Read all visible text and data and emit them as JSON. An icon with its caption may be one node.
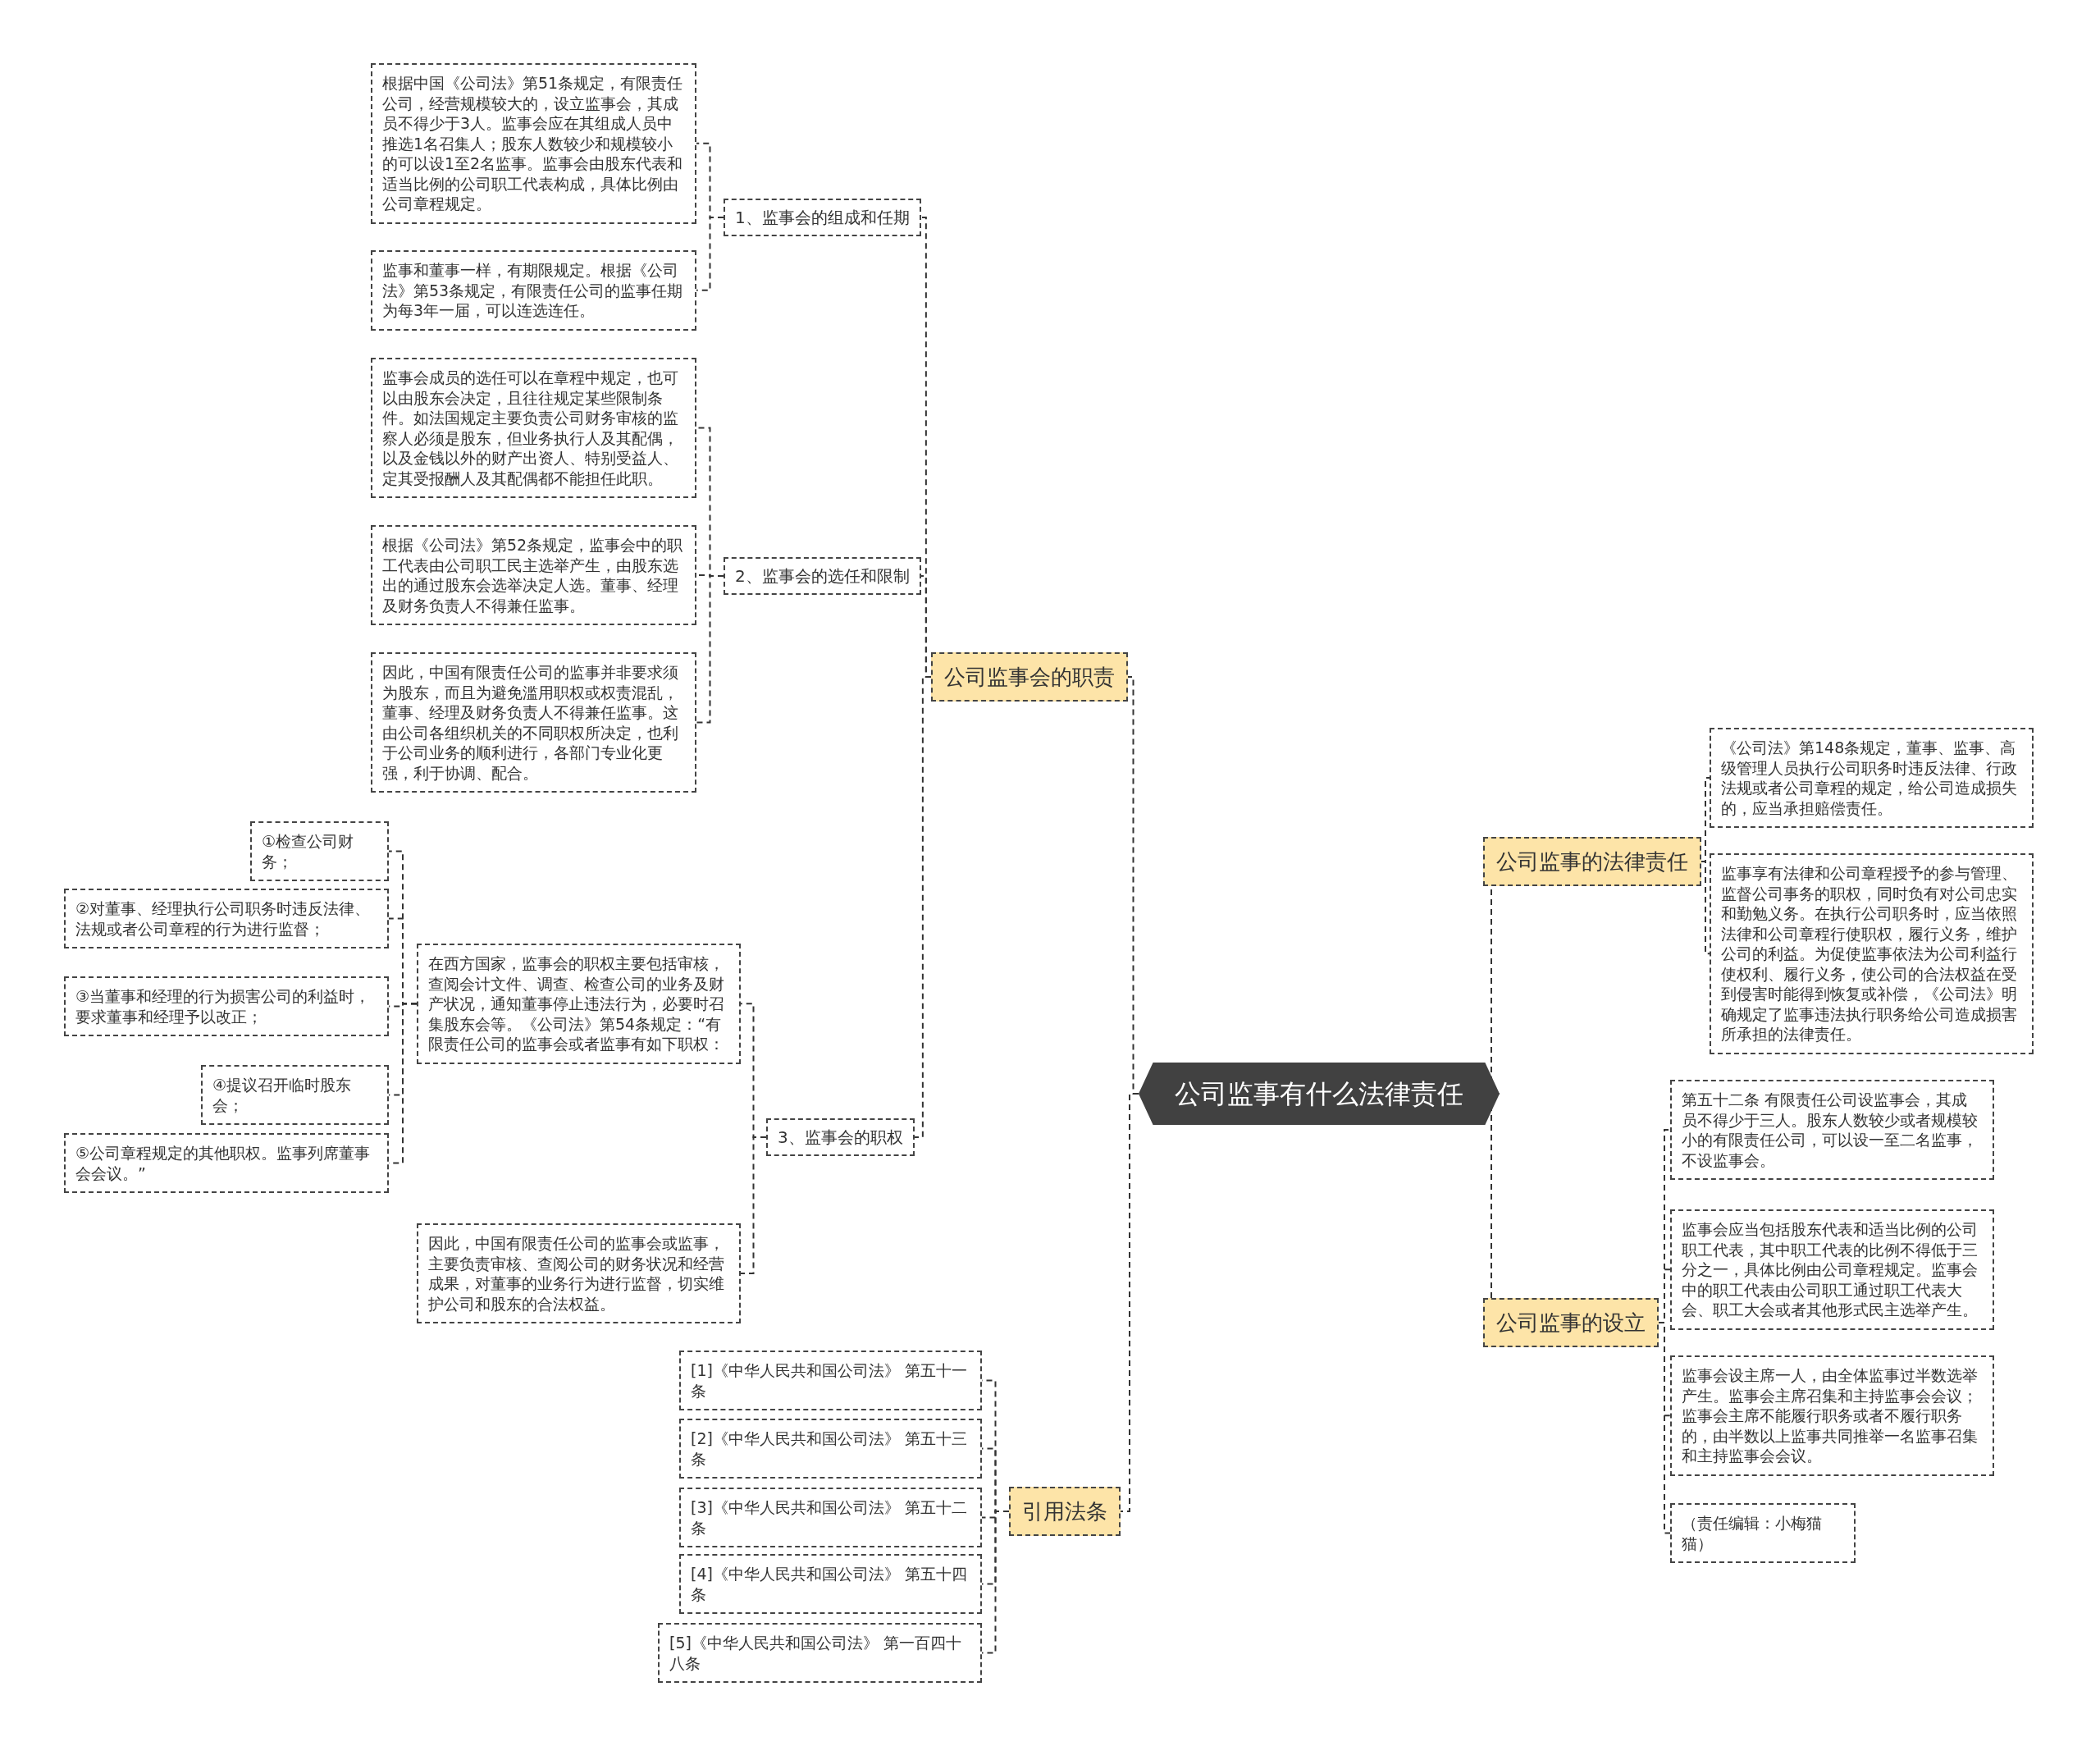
{
  "diagram": {
    "nodes": [
      {
        "text": [
          "公司监事有什么法律责任"
        ]
      },
      {
        "text": [
          "公司监事会的职责"
        ]
      },
      {
        "text": [
          "1、监事会的组成和任期"
        ]
      },
      {
        "text": [
          "根据中国《公司法》第51条规定，有限责任公司，经营规模较大的，设立监事会，其成员不得少于3人。监事会应在其组成人员中推选1名召集人；股东人数较少和规模较小的可以设1至2名监事。监事会由股东代表和适当比例的公司职工代表构成，具体比例由公司章程规定。"
        ]
      },
      {
        "text": [
          "监事和董事一样，有期限规定。根据《公司法》第53条规定，有限责任公司的监事任期为每3年一届，可以连选连任。"
        ]
      },
      {
        "text": [
          "2、监事会的选任和限制"
        ]
      },
      {
        "text": [
          "监事会成员的选任可以在章程中规定，也可以由股东会决定，且往往规定某些限制条件。如法国规定主要负责公司财务审核的监察人必须是股东，但业务执行人及其配偶，以及金钱以外的财产出资人、特别受益人、定其受报酬人及其配偶都不能担任此职。"
        ]
      },
      {
        "text": [
          "根据《公司法》第52条规定，监事会中的职工代表由公司职工民主选举产生，由股东选出的通过股东会选举决定人选。董事、经理及财务负责人不得兼任监事。"
        ]
      },
      {
        "text": [
          "因此，中国有限责任公司的监事并非要求须为股东，而且为避免滥用职权或权责混乱，董事、经理及财务负责人不得兼任监事。这由公司各组织机关的不同职权所决定，也利于公司业务的顺利进行，各部门专业化更强，利于协调、配合。"
        ]
      },
      {
        "text": [
          "3、监事会的职权"
        ]
      },
      {
        "text": [
          "在西方国家，监事会的职权主要包括审核，查阅会计文件、调查、检查公司的业务及财产状况，通知董事停止违法行为，必要时召集股东会等。《公司法》第54条规定：“有限责任公司的监事会或者监事有如下职权："
        ]
      },
      {
        "text": [
          "①检查公司财务；"
        ]
      },
      {
        "text": [
          "②对董事、经理执行公司职务时违反法律、法规或者公司章程的行为进行监督；"
        ]
      },
      {
        "text": [
          "③当董事和经理的行为损害公司的利益时，要求董事和经理予以改正；"
        ]
      },
      {
        "text": [
          "④提议召开临时股东会；"
        ]
      },
      {
        "text": [
          "⑤公司章程规定的其他职权。监事列席董事会会议。”"
        ]
      },
      {
        "text": [
          "因此，中国有限责任公司的监事会或监事，主要负责审核、查阅公司的财务状况和经营成果，对董事的业务行为进行监督，切实维护公司和股东的合法权益。"
        ]
      },
      {
        "text": [
          "引用法条"
        ]
      },
      {
        "text": [
          "[1]《中华人民共和国公司法》 第五十一条"
        ]
      },
      {
        "text": [
          "[2]《中华人民共和国公司法》 第五十三条"
        ]
      },
      {
        "text": [
          "[3]《中华人民共和国公司法》 第五十二条"
        ]
      },
      {
        "text": [
          "[4]《中华人民共和国公司法》 第五十四条"
        ]
      },
      {
        "text": [
          "[5]《中华人民共和国公司法》 第一百四十八条"
        ]
      },
      {
        "text": [
          "公司监事的法律责任"
        ]
      },
      {
        "text": [
          "《公司法》第148条规定，董事、监事、高级管理人员执行公司职务时违反法律、行政法规或者公司章程的规定，给公司造成损失的，应当承担赔偿责任。"
        ]
      },
      {
        "text": [
          "监事享有法律和公司章程授予的参与管理、监督公司事务的职权，同时负有对公司忠实和勤勉义务。在执行公司职务时，应当依照法律和公司章程行使职权，履行义务，维护公司的利益。为促使监事依法为公司利益行使权利、履行义务，使公司的合法权益在受到侵害时能得到恢复或补偿，《公司法》明确规定了监事违法执行职务给公司造成损害所承担的法律责任。"
        ]
      },
      {
        "text": [
          "公司监事的设立"
        ]
      },
      {
        "text": [
          "第五十二条 有限责任公司设监事会，其成员不得少于三人。股东人数较少或者规模较小的有限责任公司，可以设一至二名监事，不设监事会。"
        ]
      },
      {
        "text": [
          "监事会应当包括股东代表和适当比例的公司职工代表，其中职工代表的比例不得低于三分之一，具体比例由公司章程规定。监事会中的职工代表由公司职工通过职工代表大会、职工大会或者其他形式民主选举产生。"
        ]
      },
      {
        "text": [
          "监事会设主席一人，由全体监事过半数选举产生。监事会主席召集和主持监事会会议；监事会主席不能履行职务或者不履行职务的，由半数以上监事共同推举一名监事召集和主持监事会会议。"
        ]
      },
      {
        "text": [
          "（责任编辑：小梅猫猫）"
        ]
      }
    ],
    "edges": [
      {
        "from": 0,
        "to": 1,
        "arrow": "none"
      },
      {
        "from": 0,
        "to": 17,
        "arrow": "none"
      },
      {
        "from": 0,
        "to": 23,
        "arrow": "none"
      },
      {
        "from": 0,
        "to": 26,
        "arrow": "none"
      },
      {
        "from": 1,
        "to": 2,
        "arrow": "none"
      },
      {
        "from": 1,
        "to": 5,
        "arrow": "none"
      },
      {
        "from": 1,
        "to": 9,
        "arrow": "none"
      },
      {
        "from": 2,
        "to": 3,
        "arrow": "none"
      },
      {
        "from": 2,
        "to": 4,
        "arrow": "none"
      },
      {
        "from": 5,
        "to": 6,
        "arrow": "none"
      },
      {
        "from": 5,
        "to": 7,
        "arrow": "none"
      },
      {
        "from": 5,
        "to": 8,
        "arrow": "none"
      },
      {
        "from": 9,
        "to": 10,
        "arrow": "none"
      },
      {
        "from": 9,
        "to": 16,
        "arrow": "none"
      },
      {
        "from": 10,
        "to": 11,
        "arrow": "none"
      },
      {
        "from": 10,
        "to": 12,
        "arrow": "none"
      },
      {
        "from": 10,
        "to": 13,
        "arrow": "none"
      },
      {
        "from": 10,
        "to": 14,
        "arrow": "none"
      },
      {
        "from": 10,
        "to": 15,
        "arrow": "none"
      },
      {
        "from": 17,
        "to": 18,
        "arrow": "none"
      },
      {
        "from": 17,
        "to": 19,
        "arrow": "none"
      },
      {
        "from": 17,
        "to": 20,
        "arrow": "none"
      },
      {
        "from": 17,
        "to": 21,
        "arrow": "none"
      },
      {
        "from": 17,
        "to": 22,
        "arrow": "none"
      },
      {
        "from": 23,
        "to": 24,
        "arrow": "none"
      },
      {
        "from": 23,
        "to": 25,
        "arrow": "none"
      },
      {
        "from": 26,
        "to": 27,
        "arrow": "none"
      },
      {
        "from": 26,
        "to": 28,
        "arrow": "none"
      },
      {
        "from": 26,
        "to": 29,
        "arrow": "none"
      },
      {
        "from": 26,
        "to": 30,
        "arrow": "none"
      }
    ]
  }
}
